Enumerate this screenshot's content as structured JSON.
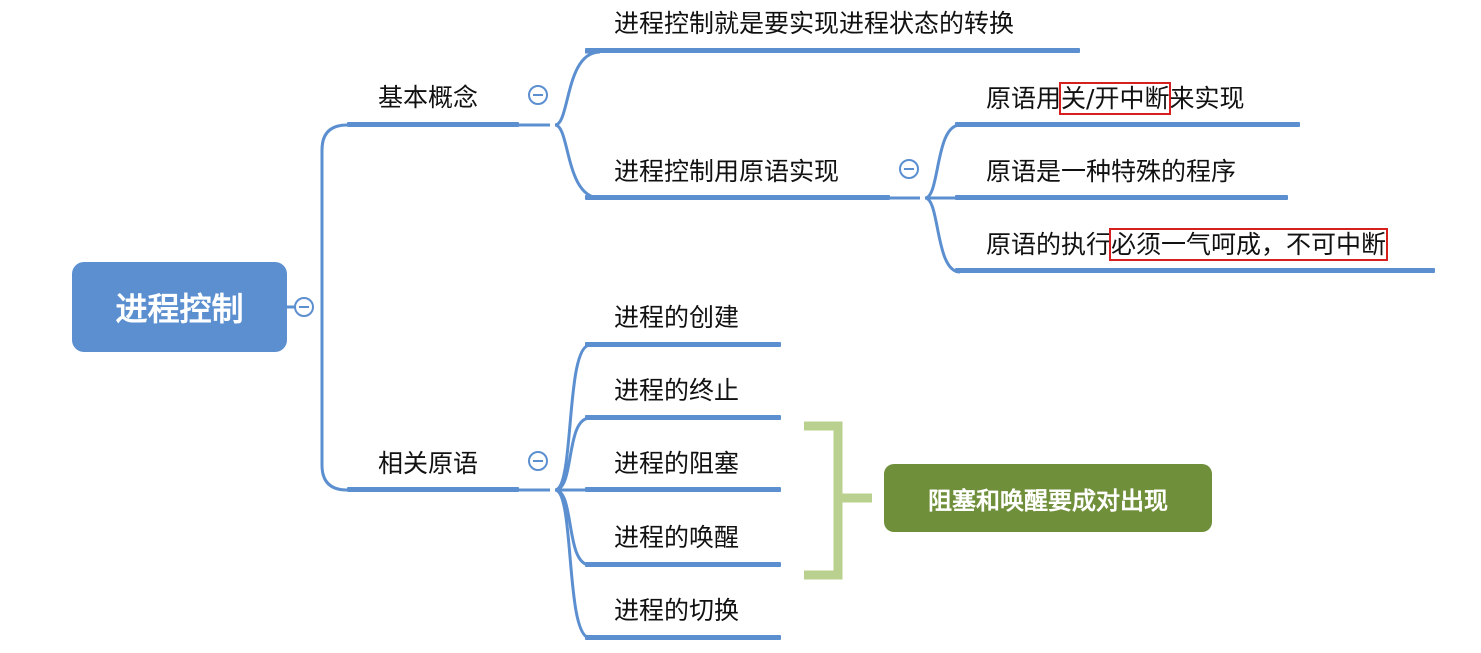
{
  "root": {
    "label": "进程控制"
  },
  "concepts": {
    "label": "基本概念",
    "items": [
      {
        "label": "进程控制就是要实现进程状态的转换"
      },
      {
        "label": "进程控制用原语实现"
      }
    ],
    "primitive_impl": {
      "items": [
        {
          "before": "原语用",
          "highlight": "关/开中断",
          "after": "来实现"
        },
        {
          "before": "原语是一种特殊的程序",
          "highlight": "",
          "after": ""
        },
        {
          "before": "原语的执行",
          "highlight": "必须一气呵成，不可中断",
          "after": ""
        }
      ]
    }
  },
  "related": {
    "label": "相关原语",
    "items": [
      {
        "label": "进程的创建"
      },
      {
        "label": "进程的终止"
      },
      {
        "label": "进程的阻塞"
      },
      {
        "label": "进程的唤醒"
      },
      {
        "label": "进程的切换"
      }
    ],
    "callout": "阻塞和唤醒要成对出现"
  },
  "colors": {
    "line": "#5b8fd0",
    "root_bg": "#5b8fd0",
    "callout_bg": "#6f8f3a",
    "bracket": "#b9d08e",
    "highlight_border": "#d62020"
  }
}
